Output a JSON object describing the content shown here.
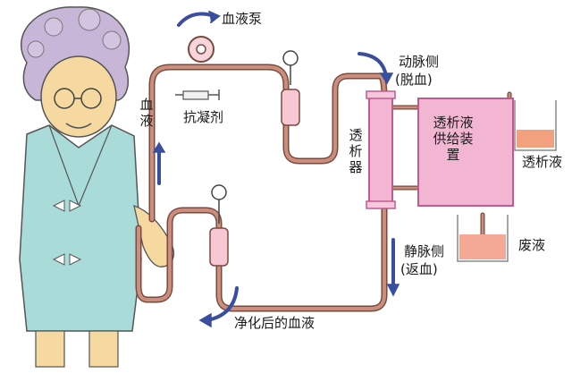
{
  "labels": {
    "blood_pump": "血液泵",
    "blood_vertical": "血液",
    "anticoagulant": "抗凝剂",
    "arterial_side": "动脉侧",
    "arterial_side_note": "(脱血)",
    "dialyzer": "透析器",
    "supply_device": "透析液供给装置",
    "dialysate": "透析液",
    "waste_fluid": "废液",
    "venous_side": "静脉侧",
    "venous_side_note": "(返血)",
    "purified_blood": "净化后的血液"
  },
  "icons": {
    "patient": "elderly-patient-illustration",
    "pump": "roller-pump-icon",
    "syringe": "syringe-icon",
    "gauge": "pressure-gauge-icon",
    "arrow": "flow-arrow-icon"
  },
  "colors": {
    "tube": "#c98e7e",
    "tube_outline": "#7a4a3e",
    "arrow": "#3a4ea0",
    "device_fill": "#f2b6d3",
    "device_stroke": "#c05a90",
    "dialysate_liquid": "#f2a07e",
    "waste_liquid": "#f4a996"
  }
}
